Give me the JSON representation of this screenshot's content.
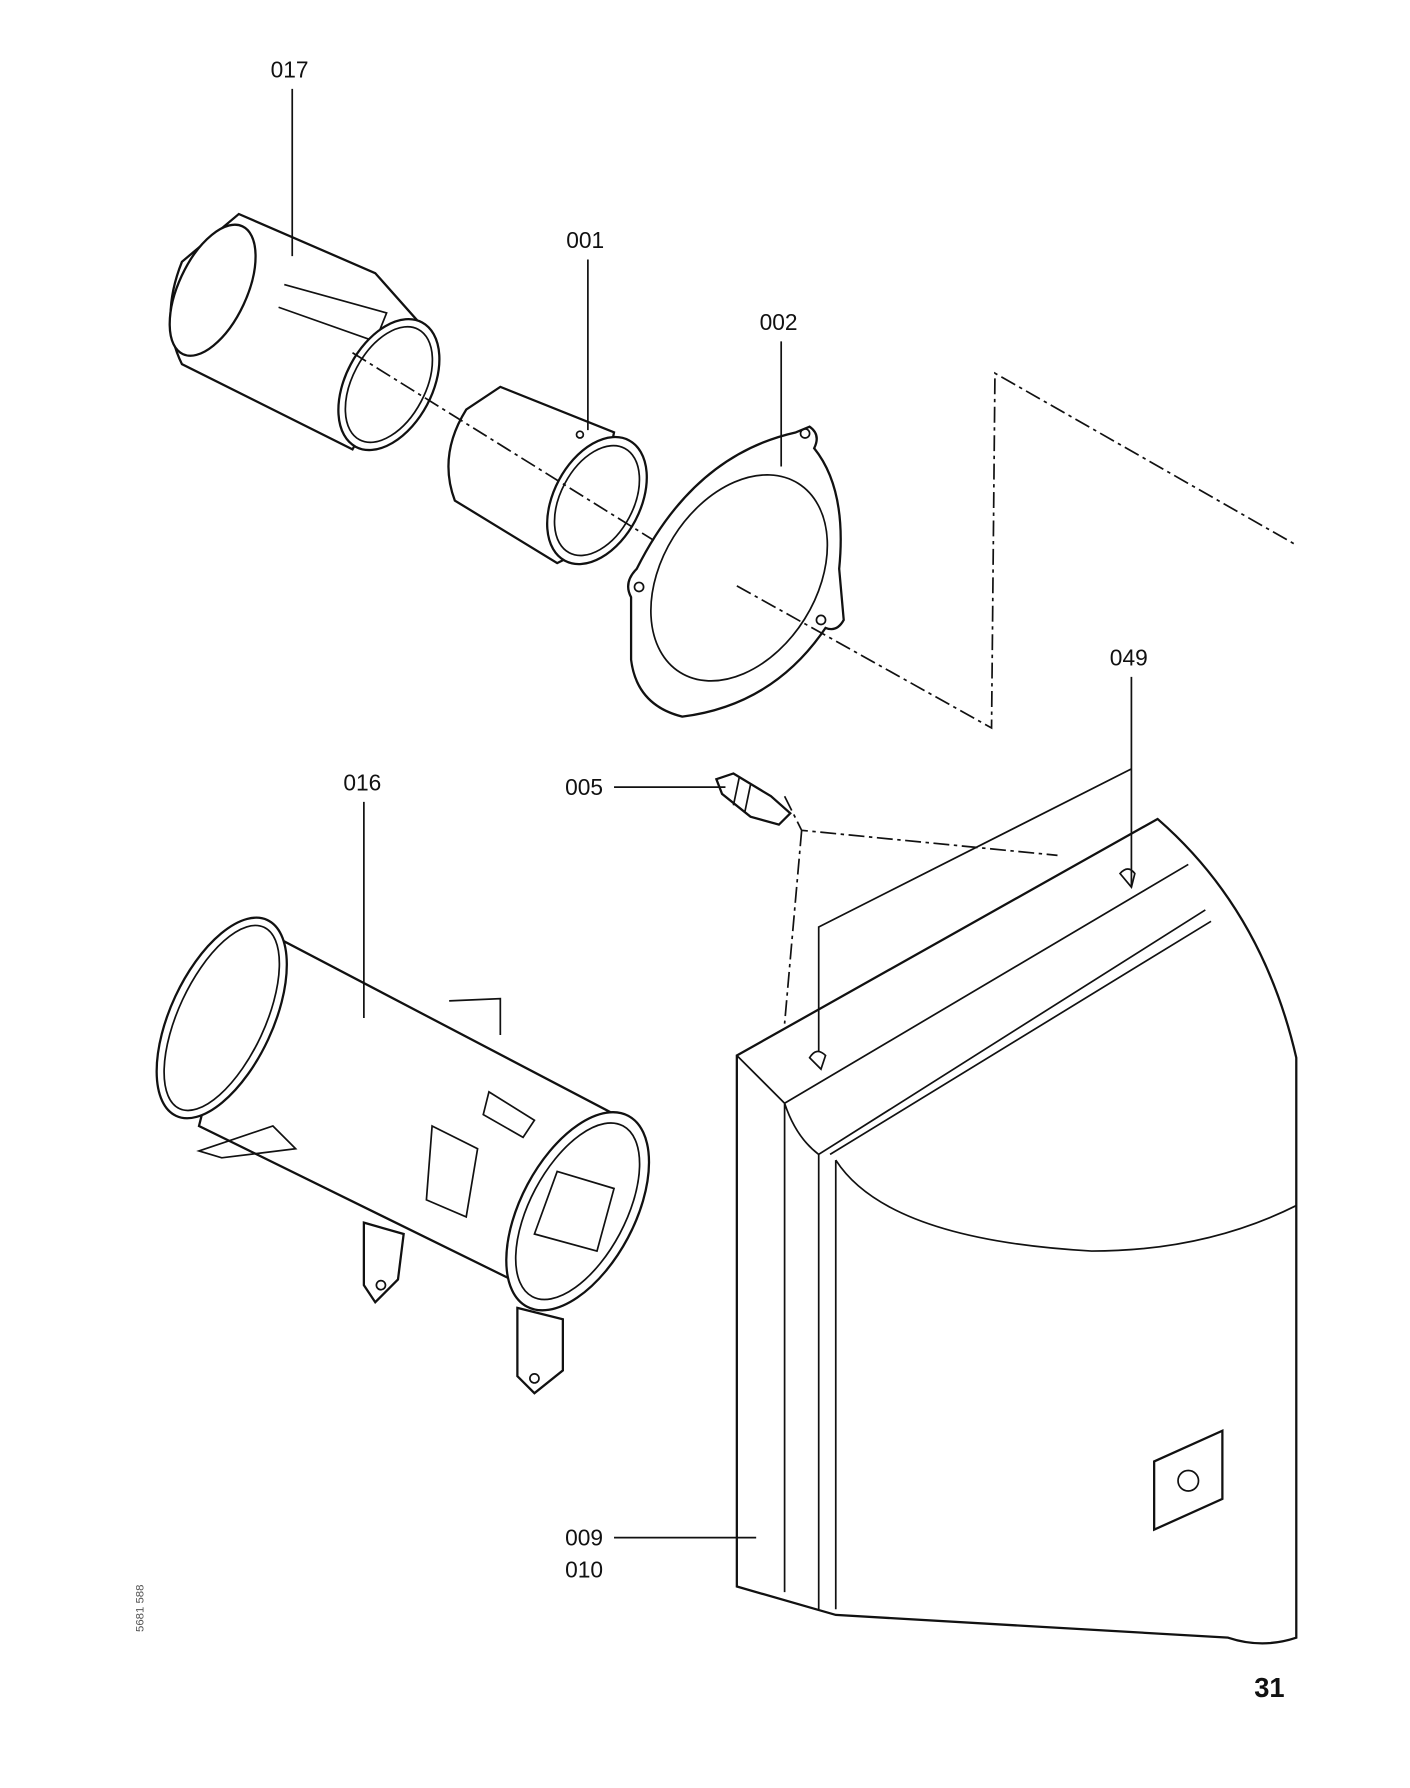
{
  "diagram": {
    "part_labels": {
      "p017": "017",
      "p001": "001",
      "p002": "002",
      "p049": "049",
      "p016": "016",
      "p005": "005",
      "p009": "009",
      "p010": "010"
    },
    "drawing_number": "5681 588",
    "page_number": "31"
  }
}
